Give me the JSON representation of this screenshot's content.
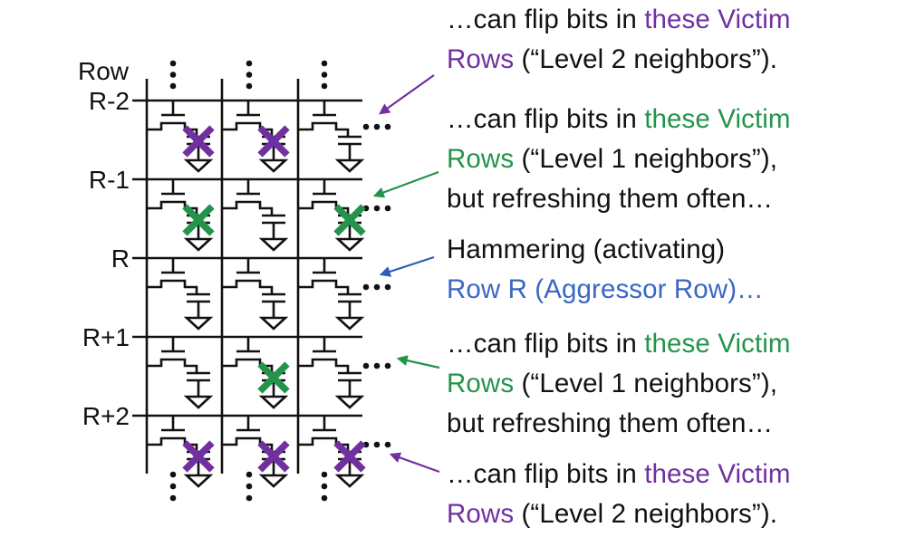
{
  "colors": {
    "ink": "#111111",
    "level2": "#7030A0",
    "level1": "#23944A",
    "aggressor": "#2F5CB8",
    "aggressor_text": "#3A66C6"
  },
  "array": {
    "row_header": "Row",
    "rows": [
      {
        "label": "R-2",
        "role": "level2",
        "flipped_columns": [
          0,
          1
        ]
      },
      {
        "label": "R-1",
        "role": "level1",
        "flipped_columns": [
          0,
          2
        ]
      },
      {
        "label": "R",
        "role": "aggressor",
        "flipped_columns": []
      },
      {
        "label": "R+1",
        "role": "level1",
        "flipped_columns": [
          1
        ]
      },
      {
        "label": "R+2",
        "role": "level2",
        "flipped_columns": [
          0,
          1,
          2
        ]
      }
    ],
    "columns": 3,
    "continuation_glyph": "…",
    "flip_marker_glyph": "✕"
  },
  "annotations": [
    {
      "target_row": "R-2",
      "color_key": "level2",
      "lines": [
        [
          {
            "text": "…can flip bits in "
          },
          {
            "text": "these Victim",
            "color_key": "level2"
          }
        ],
        [
          {
            "text": "Rows",
            "color_key": "level2"
          },
          {
            "text": " (“Level 2 neighbors”)."
          }
        ]
      ]
    },
    {
      "target_row": "R-1",
      "color_key": "level1",
      "lines": [
        [
          {
            "text": "…can flip bits in "
          },
          {
            "text": "these Victim",
            "color_key": "level1"
          }
        ],
        [
          {
            "text": "Rows",
            "color_key": "level1"
          },
          {
            "text": " (“Level 1 neighbors”),"
          }
        ],
        [
          {
            "text": "but refreshing them often…"
          }
        ]
      ]
    },
    {
      "target_row": "R",
      "color_key": "aggressor",
      "lines": [
        [
          {
            "text": "Hammering (activating)"
          }
        ],
        [
          {
            "text": "Row R (Aggressor Row)…",
            "color_key": "aggressor_text"
          }
        ]
      ]
    },
    {
      "target_row": "R+1",
      "color_key": "level1",
      "lines": [
        [
          {
            "text": "…can flip bits in "
          },
          {
            "text": "these Victim",
            "color_key": "level1"
          }
        ],
        [
          {
            "text": "Rows",
            "color_key": "level1"
          },
          {
            "text": " (“Level 1 neighbors”),"
          }
        ],
        [
          {
            "text": "but refreshing them often…"
          }
        ]
      ]
    },
    {
      "target_row": "R+2",
      "color_key": "level2",
      "lines": [
        [
          {
            "text": "…can flip bits in "
          },
          {
            "text": "these Victim",
            "color_key": "level2"
          }
        ],
        [
          {
            "text": "Rows",
            "color_key": "level2"
          },
          {
            "text": " (“Level 2 neighbors”)."
          }
        ]
      ]
    }
  ]
}
